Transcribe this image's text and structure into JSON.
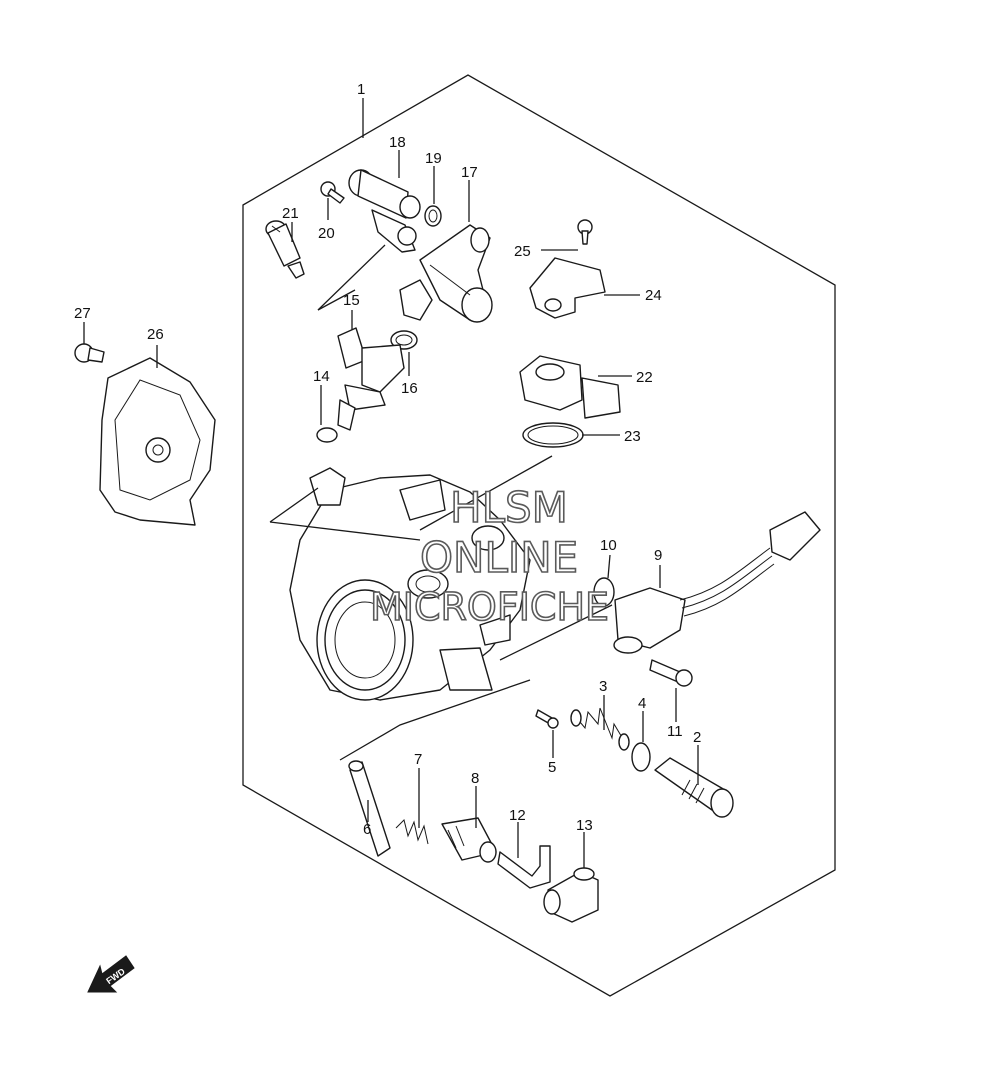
{
  "callouts": {
    "c1": "1",
    "c2": "2",
    "c3": "3",
    "c4": "4",
    "c5": "5",
    "c6": "6",
    "c7": "7",
    "c8": "8",
    "c9": "9",
    "c10": "10",
    "c11": "11",
    "c12": "12",
    "c13": "13",
    "c14": "14",
    "c15": "15",
    "c16": "16",
    "c17": "17",
    "c18": "18",
    "c19": "19",
    "c20": "20",
    "c21": "21",
    "c22": "22",
    "c23": "23",
    "c24": "24",
    "c25": "25",
    "c26": "26",
    "c27": "27"
  },
  "watermark": {
    "line1": "HLSM",
    "line2": "ONLINE",
    "line3": "MICROFICHE"
  },
  "direction_arrow": {
    "label": "FWD",
    "icon": "forward-arrow-icon"
  }
}
